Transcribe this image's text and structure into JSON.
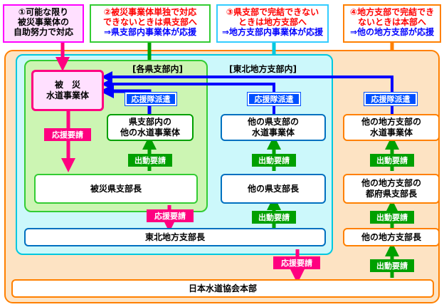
{
  "headers": {
    "h1": {
      "lines": [
        "①可能な限り",
        "被災事業体の",
        "自助努力で対応"
      ],
      "color": "#ff00ff"
    },
    "h2": {
      "lines": [
        "②被災事業体単独で対応",
        "できないときは県支部へ",
        "⇒県支部内事業体が応援"
      ],
      "color": "#33cc33"
    },
    "h3": {
      "lines": [
        "③県支部で完結できない",
        "ときは地方支部へ",
        "⇒地方支部内事業体が応援"
      ],
      "color": "#33ccff"
    },
    "h4": {
      "lines": [
        "④地方支部で完結でき",
        "ないときは本部へ",
        "⇒他の地方支部が応援"
      ],
      "color": "#ff8000"
    }
  },
  "regions": {
    "prefecture": "[各県支部内]",
    "tohoku": "[東北地方支部内]"
  },
  "boxes": {
    "disaster_utility": [
      "被　災",
      "水道事業体"
    ],
    "pref_other_utility": [
      "県支部内の",
      "他の水道事業体"
    ],
    "other_pref_utility": [
      "他の県支部の",
      "水道事業体"
    ],
    "other_region_utility": [
      "他の地方支部の",
      "水道事業体"
    ],
    "disaster_pref_chief": "被災県支部長",
    "other_pref_chief": "他の県支部長",
    "other_region_pref_chief": [
      "他の地方支部の",
      "都府県支部長"
    ],
    "tohoku_chief": "東北地方支部長",
    "other_region_chief": "他の地方支部長",
    "hq": "日本水道協会本部"
  },
  "tags": {
    "dispatch": "応援隊派遣",
    "request_support": "応援要請",
    "request_mobilize": "出動要請"
  },
  "colors": {
    "magenta": "#ff0080",
    "green": "#00a000",
    "blue": "#0000ff",
    "orange": "#ff8000",
    "region_orange_fill": "#fde3c3",
    "region_cyan_fill": "#ccf8fb",
    "region_green_fill": "#ccf5b3"
  }
}
